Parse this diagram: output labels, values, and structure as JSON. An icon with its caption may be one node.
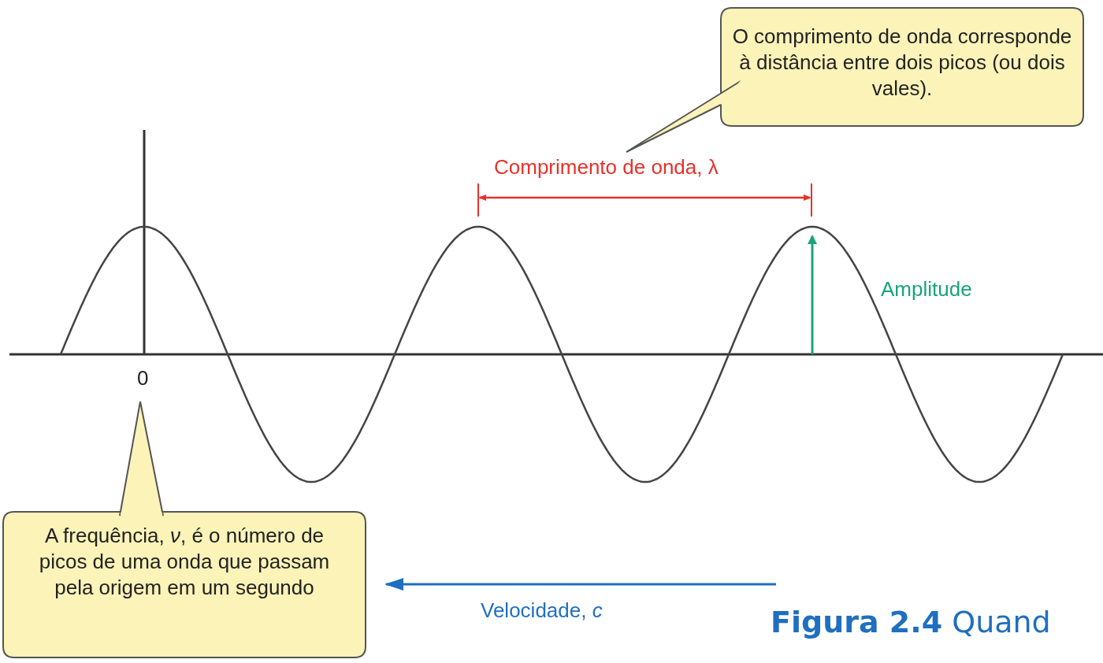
{
  "diagram": {
    "caption": "**Figura 2.4** Quand",
    "nodes": [
      {
        "text": [
          "O comprimento de onda corresponde à distância entre dois picos (ou dois vales)."
        ]
      },
      {
        "text": [
          "A frequência, *ν*, é o número de picos de uma onda que passam pela origem em um segundo"
        ]
      }
    ],
    "labels": [
      "Comprimento de onda, λ",
      "Amplitude",
      "0",
      "Velocidade, *c*"
    ]
  }
}
